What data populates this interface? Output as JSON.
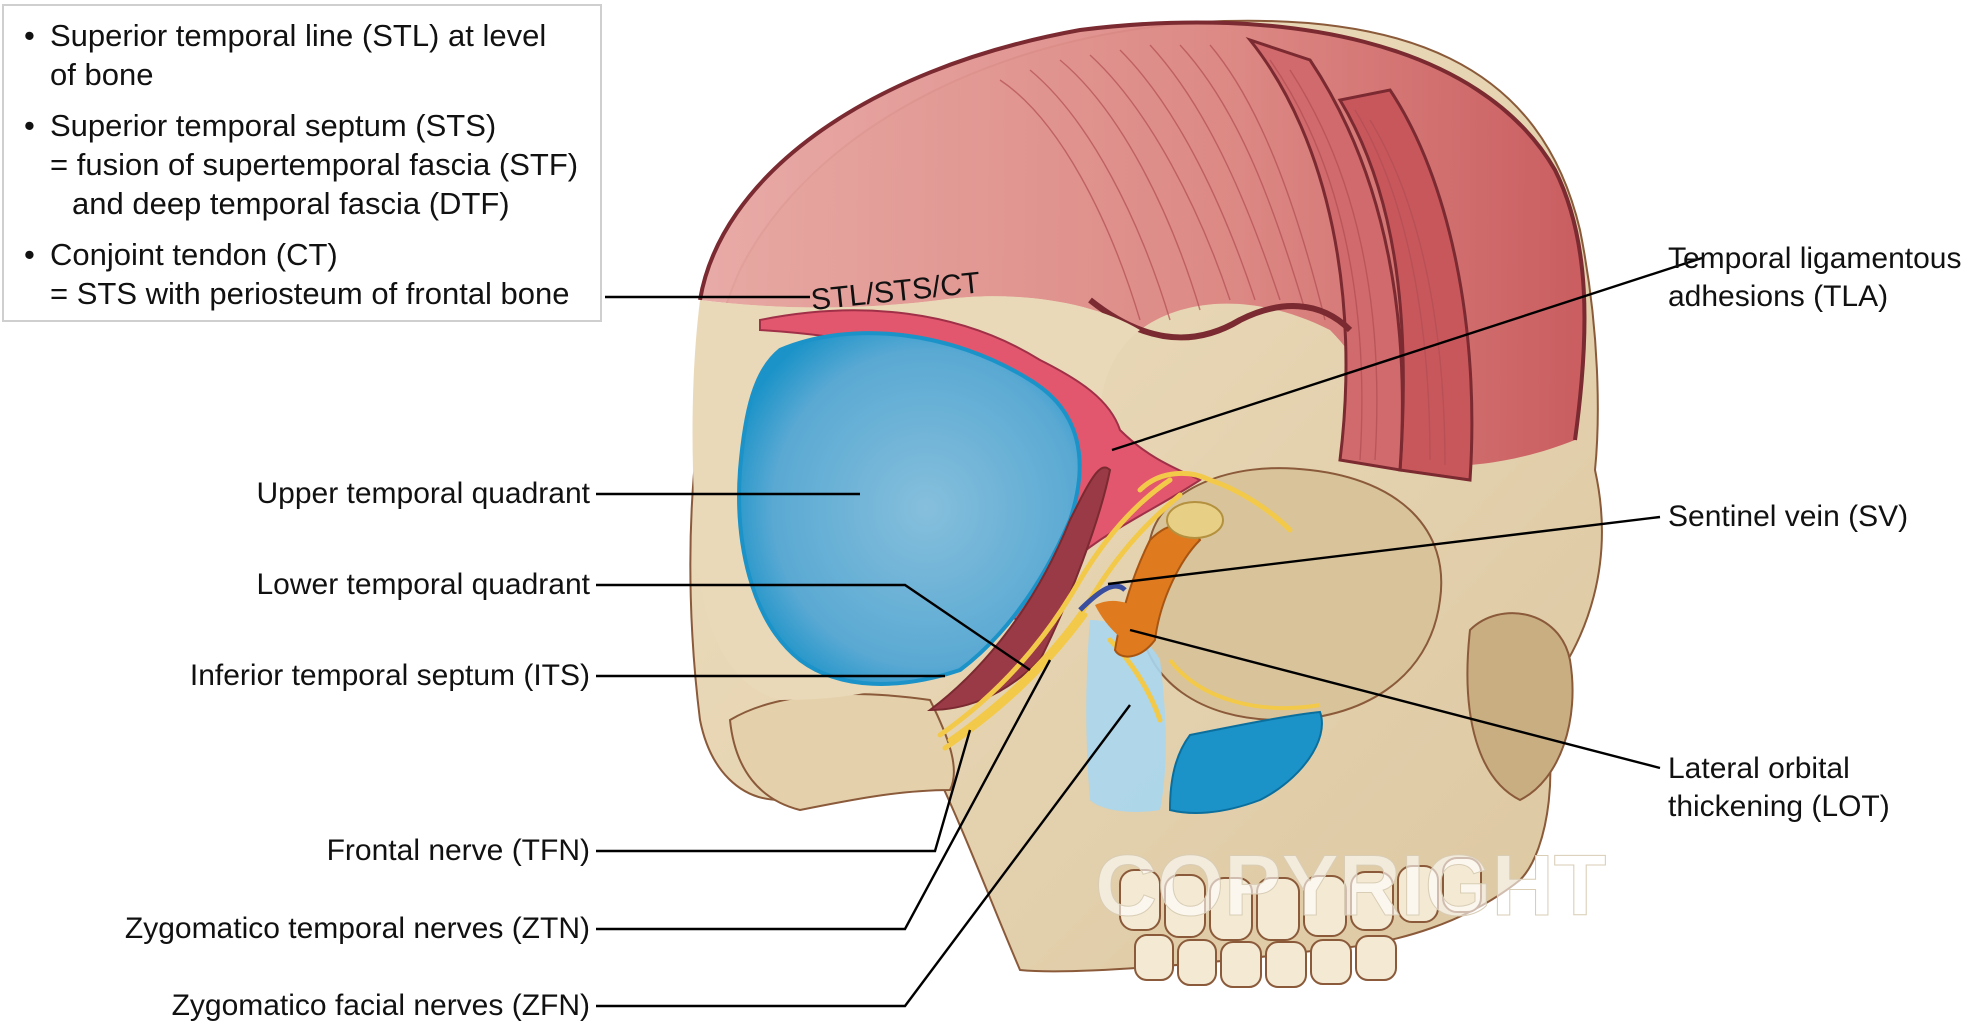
{
  "info_box": {
    "bullets": [
      {
        "lines": [
          "Superior temporal line (STL) at level",
          "of bone"
        ]
      },
      {
        "lines": [
          "Superior temporal septum (STS)",
          "= fusion of supertemporal fascia (STF)",
          "   and deep temporal fascia (DTF)"
        ]
      },
      {
        "lines": [
          "Conjoint tendon (CT)",
          "= STS with periosteum of frontal bone"
        ]
      }
    ]
  },
  "arc_label": "STL/STS/CT",
  "watermark": "COPYRIGHT",
  "labels_left": [
    "Upper temporal quadrant",
    "Lower temporal quadrant",
    "Inferior temporal septum (ITS)",
    "Frontal nerve (TFN)",
    "Zygomatico temporal nerves (ZTN)",
    "Zygomatico facial nerves (ZFN)"
  ],
  "labels_right": {
    "tla": [
      "Temporal ligamentous",
      "adhesions (TLA)"
    ],
    "sv": [
      "Sentinel vein (SV)"
    ],
    "lot": [
      "Lateral orbital",
      "thickening (LOT)"
    ]
  },
  "colors": {
    "bone": "#ead9b8",
    "bone_shadow": "#d9c49c",
    "muscle": "#d9787a",
    "muscle_dark": "#8a2c34",
    "septum_pink": "#e2576d",
    "quadrant_blue": "#1b93c8",
    "quadrant_light": "#7fbedd",
    "lower_light_blue": "#9fd3ee",
    "nerve_yellow": "#f3c94a",
    "vein_orange": "#e07a1e",
    "leader_line": "#000000"
  }
}
